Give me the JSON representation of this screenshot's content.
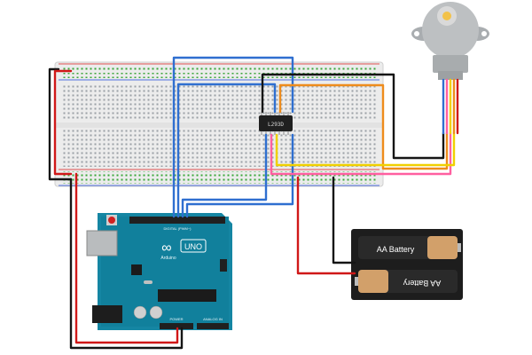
{
  "chip": {
    "label": "L293D"
  },
  "arduino": {
    "logo_symbol": "∞",
    "model_label": "UNO",
    "brand_label": "Arduino",
    "digital_header_label": "DIGITAL (PWM~)",
    "power_header_label": "POWER",
    "analog_header_label": "ANALOG IN"
  },
  "battery_pack": {
    "top_cell_label": "AA Battery",
    "bottom_cell_label": "AA Battery"
  },
  "colors": {
    "wire_red": "#d01818",
    "wire_black": "#151515",
    "wire_blue": "#2f6fd0",
    "wire_orange": "#ee8c1c",
    "wire_yellow": "#f0d000",
    "wire_pink": "#ff5fa0",
    "board_teal": "#0f7f99",
    "breadboard": "#ededed",
    "hole_green": "#3aa63a",
    "motor_grey": "#b9bcbe",
    "battery_black": "#1d1d1d",
    "battery_tan": "#d2a06a"
  }
}
